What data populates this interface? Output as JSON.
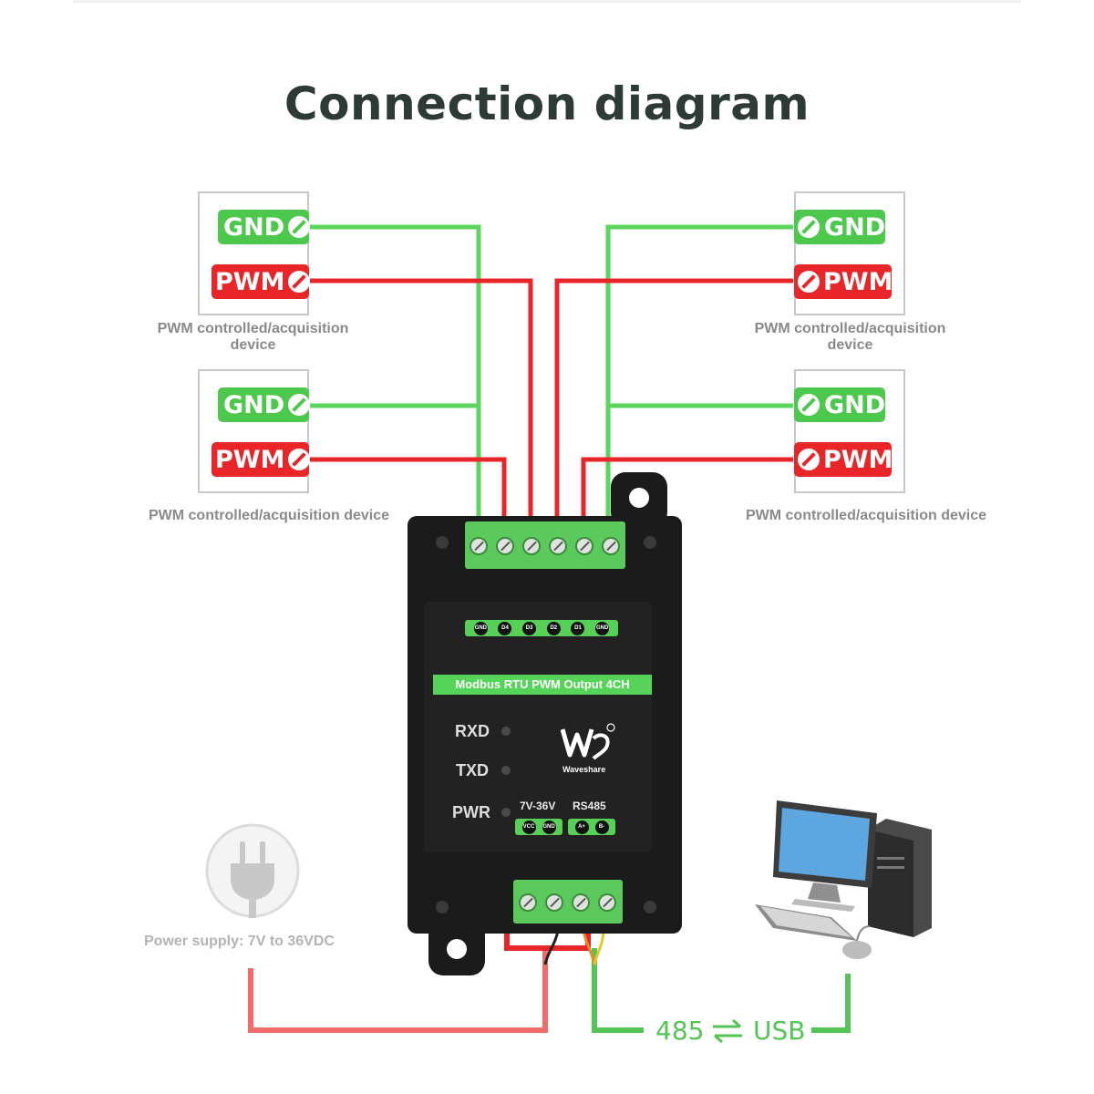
{
  "title": "Connection diagram",
  "devices": [
    {
      "gnd": "GND",
      "pwm": "PWM",
      "caption_line1": "PWM controlled/acquisition",
      "caption_line2": "device"
    },
    {
      "gnd": "GND",
      "pwm": "PWM",
      "caption_line1": "PWM controlled/acquisition device",
      "caption_line2": ""
    },
    {
      "gnd": "GND",
      "pwm": "PWM",
      "caption_line1": "PWM controlled/acquisition",
      "caption_line2": "device"
    },
    {
      "gnd": "GND",
      "pwm": "PWM",
      "caption_line1": "PWM controlled/acquisition device",
      "caption_line2": ""
    }
  ],
  "module": {
    "name": "Modbus RTU PWM Output 4CH",
    "top_pins": [
      "GND",
      "D4",
      "D3",
      "D2",
      "D1",
      "GND"
    ],
    "rxd": "RXD",
    "txd": "TXD",
    "pwr": "PWR",
    "voltage_label": "7V-36V",
    "rs485_label": "RS485",
    "bottom_pins": [
      "VCC",
      "GND",
      "A+",
      "B-"
    ],
    "brand": "Waveshare"
  },
  "power_caption": "Power supply: 7V to 36VDC",
  "link": {
    "left": "485",
    "right": "USB",
    "arrow_icon": "bidirectional-arrow-icon"
  },
  "colors": {
    "gnd_green": "#4cc94c",
    "pwm_red": "#e8262a",
    "module_black": "#1b1b1b",
    "power_red": "#f26b6b",
    "link_green": "#54c454"
  }
}
